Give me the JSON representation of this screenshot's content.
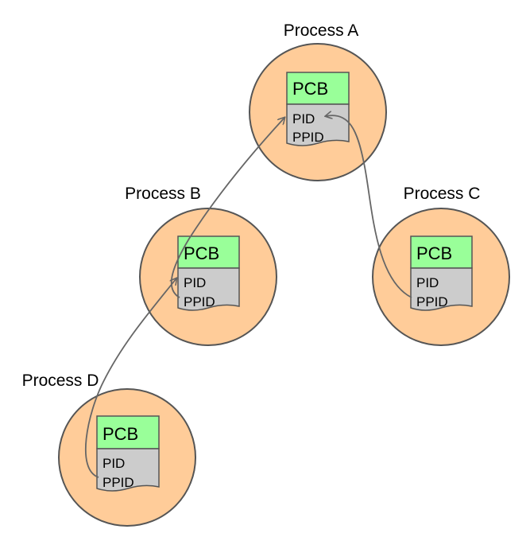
{
  "colors": {
    "process_fill": "#ffcc99",
    "process_stroke": "#555555",
    "pcb_header": "#99ff99",
    "pcb_body": "#cccccc",
    "arrow": "#666666"
  },
  "processes": [
    {
      "label": "Process A",
      "pcb_title": "PCB",
      "fields": [
        "PID",
        "PPID"
      ]
    },
    {
      "label": "Process B",
      "pcb_title": "PCB",
      "fields": [
        "PID",
        "PPID"
      ]
    },
    {
      "label": "Process C",
      "pcb_title": "PCB",
      "fields": [
        "PID",
        "PPID"
      ]
    },
    {
      "label": "Process D",
      "pcb_title": "PCB",
      "fields": [
        "PID",
        "PPID"
      ]
    }
  ],
  "links": [
    {
      "from": "Process B",
      "to": "Process A"
    },
    {
      "from": "Process C",
      "to": "Process A"
    },
    {
      "from": "Process D",
      "to": "Process B"
    }
  ]
}
